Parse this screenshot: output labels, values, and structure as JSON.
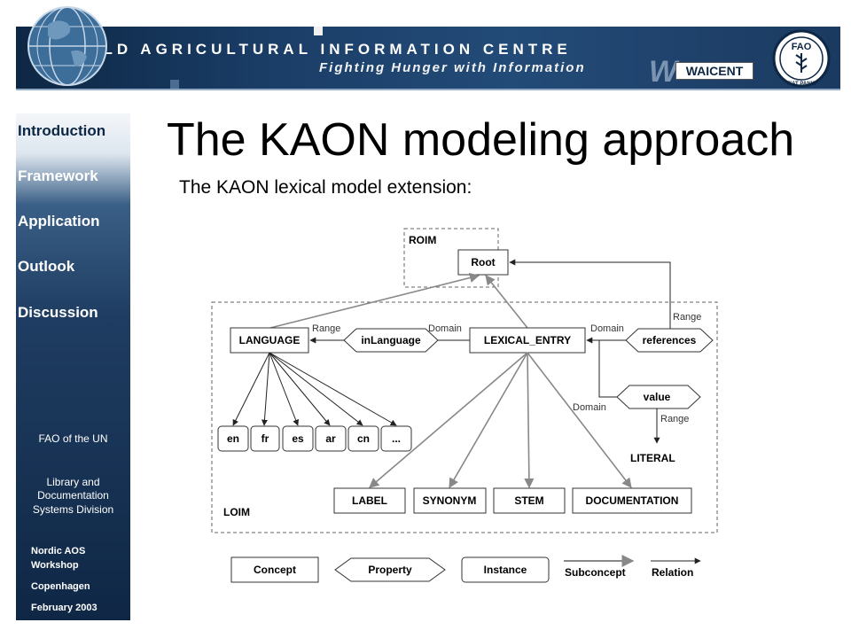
{
  "header": {
    "title": "WORLD AGRICULTURAL INFORMATION CENTRE",
    "subtitle": "Fighting Hunger with Information",
    "logo_text": "WAICENT",
    "fao_text": "FAO",
    "fao_motto": "FIAT PANIS"
  },
  "sidebar": {
    "items": [
      {
        "label": "Introduction",
        "active": true
      },
      {
        "label": "Framework",
        "active": false
      },
      {
        "label": "Application",
        "active": false
      },
      {
        "label": "Outlook",
        "active": false
      },
      {
        "label": "Discussion",
        "active": false
      }
    ],
    "org": "FAO of the UN",
    "division_line1": "Library and",
    "division_line2": "Documentation",
    "division_line3": "Systems Division",
    "event_line1": "Nordic AOS",
    "event_line2": "Workshop",
    "city": "Copenhagen",
    "date": "February 2003"
  },
  "slide": {
    "title": "The KAON modeling approach",
    "subtitle": "The KAON lexical model extension:"
  },
  "diagram": {
    "roim": "ROIM",
    "loim": "LOIM",
    "root": "Root",
    "language": "LANGUAGE",
    "in_language": "inLanguage",
    "lexical_entry": "LEXICAL_ENTRY",
    "references": "references",
    "value": "value",
    "literal": "LITERAL",
    "langs": [
      "en",
      "fr",
      "es",
      "ar",
      "cn",
      "..."
    ],
    "children": [
      "LABEL",
      "SYNONYM",
      "STEM",
      "DOCUMENTATION"
    ],
    "edge_range": "Range",
    "edge_domain": "Domain"
  },
  "legend": {
    "concept": "Concept",
    "property": "Property",
    "instance": "Instance",
    "subconcept": "Subconcept",
    "relation": "Relation"
  },
  "colors": {
    "banner_dark": "#0d2744",
    "sidebar_dark": "#1f3d62"
  }
}
